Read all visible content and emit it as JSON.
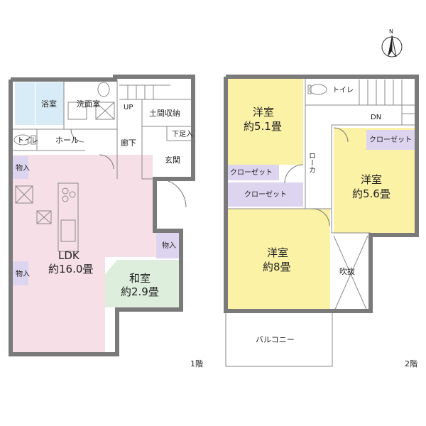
{
  "colors": {
    "ldk": "#f7dfe8",
    "washitsu": "#ddeedd",
    "yoshitsu": "#fbf2a6",
    "closet": "#ddd5f0",
    "wall": "#7a7a7a",
    "wet": "#d8ecf7"
  },
  "compass": {
    "label": "N",
    "icon": "north-arrow-icon"
  },
  "floor1": {
    "label": "1階",
    "rooms": {
      "bath": "浴室",
      "washroom": "洗面室",
      "toilet": "トイレ",
      "hall": "ホール",
      "up": "UP",
      "doma_storage": "土間収納",
      "corridor": "廊下",
      "shoe_box": "下足入",
      "entrance": "玄関",
      "storage_a": "物入",
      "storage_b": "物入",
      "storage_c": "物入",
      "ldk_name": "LDK",
      "ldk_size": "約16.0畳",
      "washitsu_name": "和室",
      "washitsu_size": "約2.9畳"
    }
  },
  "floor2": {
    "label": "2階",
    "rooms": {
      "toilet": "トイレ",
      "dn": "DN",
      "room1_name": "洋室",
      "room1_size": "約5.1畳",
      "closet1": "クローゼット",
      "closet2": "クローゼット",
      "closet3": "クローゼット",
      "hallway": "ローカ",
      "room2_name": "洋室",
      "room2_size": "約5.6畳",
      "room3_name": "洋室",
      "room3_size": "約8畳",
      "void": "吹抜",
      "balcony": "バルコニー"
    }
  }
}
